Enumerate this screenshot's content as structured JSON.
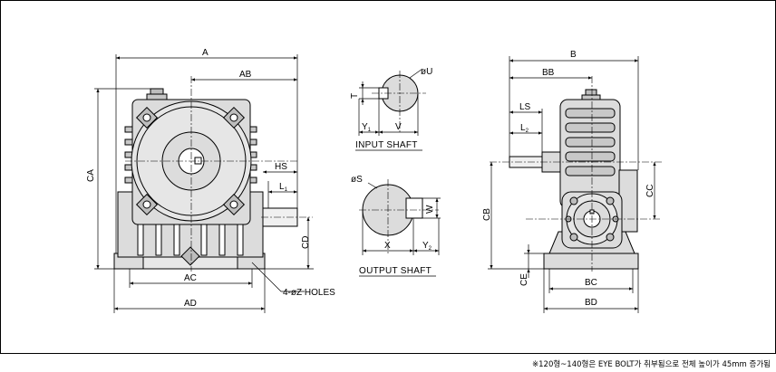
{
  "labels": {
    "A": "A",
    "AB": "AB",
    "CA": "CA",
    "HS": "HS",
    "L1": "L",
    "L1_sub": "1",
    "CD": "CD",
    "AC": "AC",
    "AD": "AD",
    "holes": "4-øZ HOLES",
    "U": "øU",
    "T": "T",
    "Y1": "Y",
    "Y1_sub": "1",
    "V": "V",
    "input_shaft": "INPUT SHAFT",
    "S": "øS",
    "W": "W",
    "X": "X",
    "Y2": "Y",
    "Y2_sub": "2",
    "output_shaft": "OUTPUT SHAFT",
    "B": "B",
    "BB": "BB",
    "LS": "LS",
    "L2": "L",
    "L2_sub": "2",
    "CC": "CC",
    "CB": "CB",
    "CE": "CE",
    "BC": "BC",
    "BD": "BD"
  },
  "footnote": "※120형~140형은 EYE BOLT가 취부됨으로 전체 높이가 45mm 증가됨",
  "colors": {
    "line": "#000000",
    "fill": "#dcdcdc",
    "fill_dark": "#bdbdbd",
    "shaft": "#f0f0f0"
  }
}
